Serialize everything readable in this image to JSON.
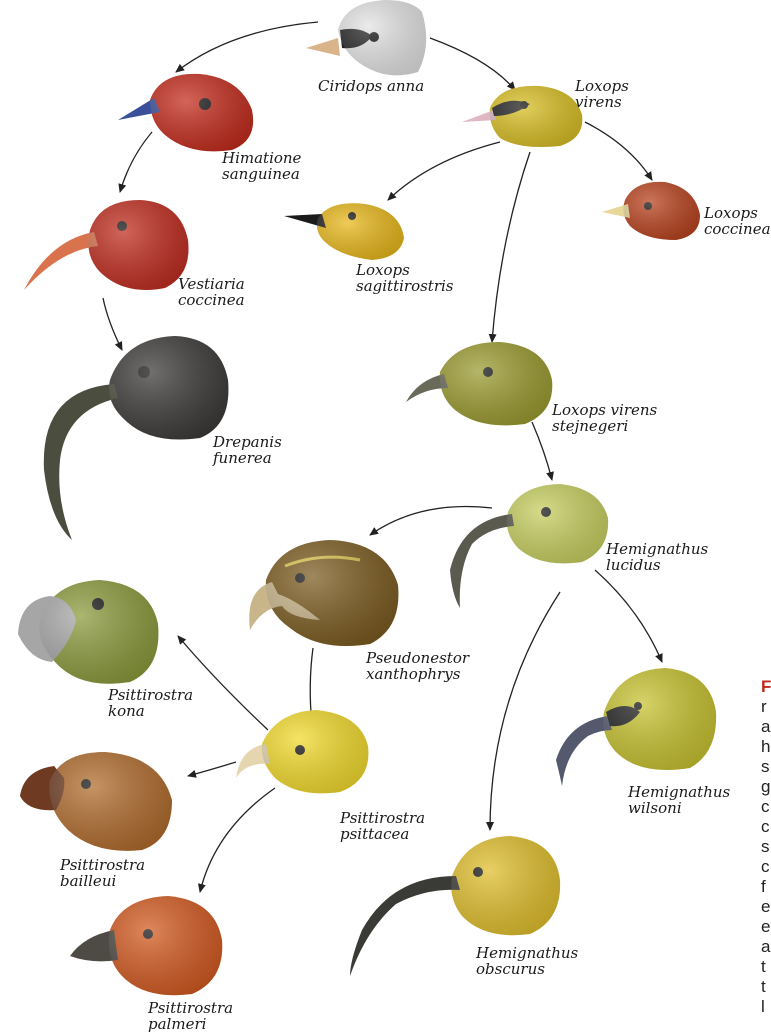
{
  "species": {
    "ciridops_anna": "Ciridops anna",
    "himatione_sanguinea": "Himatione\nsanguinea",
    "loxops_virens": "Loxops\nvirens",
    "loxops_coccinea": "Loxops\ncoccinea",
    "loxops_sagittirostris": "Loxops\nsagittirostris",
    "vestiaria_coccinea": "Vestiaria\ncoccinea",
    "drepanis_funerea": "Drepanis\nfunerea",
    "loxops_virens_stejnegeri": "Loxops virens\nstejnegeri",
    "hemignathus_lucidus": "Hemignathus\nlucidus",
    "pseudonestor_xanthophrys": "Pseudonestor\nxanthophrys",
    "psittirostra_kona": "Psittirostra\nkona",
    "psittirostra_psittacea": "Psittirostra\npsittacea",
    "hemignathus_wilsoni": "Hemignathus\nwilsoni",
    "psittirostra_bailleui": "Psittirostra\nbailleui",
    "hemignathus_obscurus": "Hemignathus\nobscurus",
    "psittirostra_palmeri": "Psittirostra\npalmeri"
  },
  "side_text": [
    "F",
    "r",
    "a",
    "h",
    "s",
    "g",
    "c",
    "c",
    "s",
    "c",
    "f",
    "e",
    "e",
    "a",
    "t",
    "t",
    "l"
  ],
  "colors": {
    "ciridops": "#e4e4e4",
    "himatione": "#c3291a",
    "loxops_virens": "#d9be22",
    "loxops_coccinea": "#b8401c",
    "sagittirostris": "#e8b718",
    "vestiaria": "#bf2a1d",
    "drepanis": "#3a3836",
    "stejnegeri": "#9a9a2e",
    "lucidus": "#c6cf5e",
    "pseudonestor": "#7a5a1e",
    "kona": "#8a9a3a",
    "psittacea": "#f2da2a",
    "wilsoni": "#c7c22e",
    "bailleui": "#b06a2a",
    "obscurus": "#e0be2a",
    "palmeri": "#d2581e",
    "accent": "#c0281c"
  }
}
